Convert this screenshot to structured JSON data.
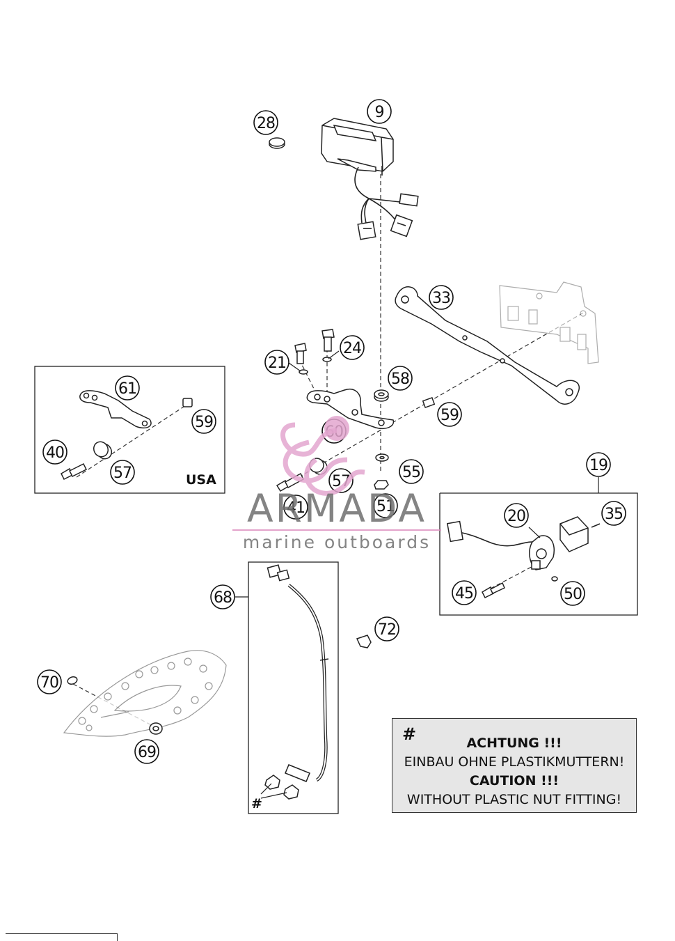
{
  "callouts": [
    {
      "id": "c9",
      "label": "9"
    },
    {
      "id": "c28",
      "label": "28"
    },
    {
      "id": "c33",
      "label": "33"
    },
    {
      "id": "c24",
      "label": "24"
    },
    {
      "id": "c21",
      "label": "21"
    },
    {
      "id": "c58",
      "label": "58"
    },
    {
      "id": "c60",
      "label": "60"
    },
    {
      "id": "c59a",
      "label": "59"
    },
    {
      "id": "c55",
      "label": "55"
    },
    {
      "id": "c57a",
      "label": "57"
    },
    {
      "id": "c41",
      "label": "41"
    },
    {
      "id": "c51",
      "label": "51"
    },
    {
      "id": "c61",
      "label": "61"
    },
    {
      "id": "c59b",
      "label": "59"
    },
    {
      "id": "c40",
      "label": "40"
    },
    {
      "id": "c57b",
      "label": "57"
    },
    {
      "id": "c19",
      "label": "19"
    },
    {
      "id": "c20",
      "label": "20"
    },
    {
      "id": "c35",
      "label": "35"
    },
    {
      "id": "c45",
      "label": "45"
    },
    {
      "id": "c50",
      "label": "50"
    },
    {
      "id": "c68",
      "label": "68"
    },
    {
      "id": "c72",
      "label": "72"
    },
    {
      "id": "c70",
      "label": "70"
    },
    {
      "id": "c69",
      "label": "69"
    }
  ],
  "usa_label": "USA",
  "hash_mark": "#",
  "notice": {
    "hash": "#",
    "line1": "ACHTUNG !!!",
    "line2": "EINBAU OHNE PLASTIKMUTTERN!",
    "line3": "CAUTION !!!",
    "line4": "WITHOUT PLASTIC NUT FITTING!"
  },
  "watermark": {
    "brand": "ARMADA",
    "tagline": "marine outboards",
    "accent_color": "#e3a6cf"
  }
}
